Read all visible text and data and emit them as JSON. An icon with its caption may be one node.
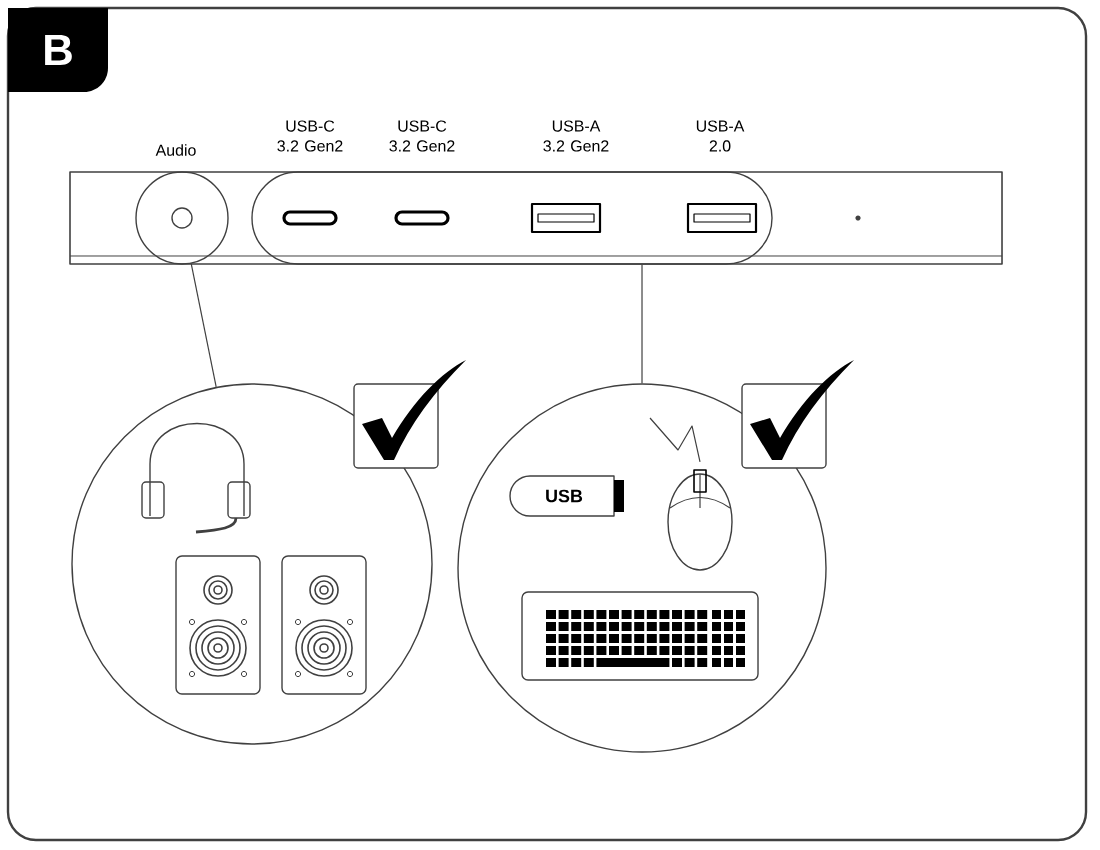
{
  "diagram": {
    "nodes": [
      {
        "text": [],
        "shape": "circle",
        "beside": [
          "Audio"
        ]
      },
      {
        "text": [],
        "shape": "box"
      },
      {
        "text": [],
        "shape": "circle"
      },
      {
        "text": [],
        "shape": "circle"
      },
      {
        "text": [
          "USB"
        ],
        "in": 3
      }
    ],
    "edges": [
      {
        "from": 0,
        "to": 2,
        "arrow": "none"
      },
      {
        "from": 1,
        "to": 3,
        "arrow": "none"
      }
    ],
    "labels": [
      "B",
      "USB-C 3.2 Gen2",
      "USB-C 3.2 Gen2",
      "USB-A 3.2 Gen2",
      "USB-A 2.0"
    ]
  }
}
